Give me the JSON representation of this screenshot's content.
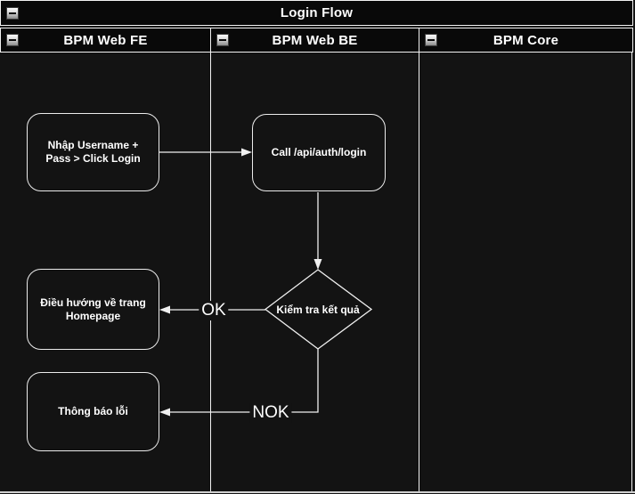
{
  "window": {
    "title": "Login Flow"
  },
  "colors": {
    "background": "#131313",
    "panel_fill": "#090909",
    "border": "#f2f2f2",
    "text": "#ffffff",
    "collapse_button_gradient_top": "#fdfdfd",
    "collapse_button_gradient_bottom": "#8a8a8a"
  },
  "icons": {
    "collapse": "minus-icon"
  },
  "lanes": [
    {
      "label": "BPM Web FE"
    },
    {
      "label": "BPM Web BE"
    },
    {
      "label": "BPM Core"
    }
  ],
  "nodes": {
    "enter_credentials": {
      "type": "process",
      "lane": "BPM Web FE",
      "label": "Nhập Username + Pass > Click Login"
    },
    "call_api": {
      "type": "process",
      "lane": "BPM Web BE",
      "label": "Call /api/auth/login"
    },
    "check_result": {
      "type": "decision",
      "lane": "BPM Web BE",
      "label": "Kiểm tra kết quả"
    },
    "redirect_home": {
      "type": "process",
      "lane": "BPM Web FE",
      "label": "Điều hướng về trang Homepage"
    },
    "error_message": {
      "type": "process",
      "lane": "BPM Web FE",
      "label": "Thông báo lỗi"
    }
  },
  "edges": [
    {
      "from": "enter_credentials",
      "to": "call_api",
      "label": ""
    },
    {
      "from": "call_api",
      "to": "check_result",
      "label": ""
    },
    {
      "from": "check_result",
      "to": "redirect_home",
      "label": "OK"
    },
    {
      "from": "check_result",
      "to": "error_message",
      "label": "NOK"
    }
  ]
}
